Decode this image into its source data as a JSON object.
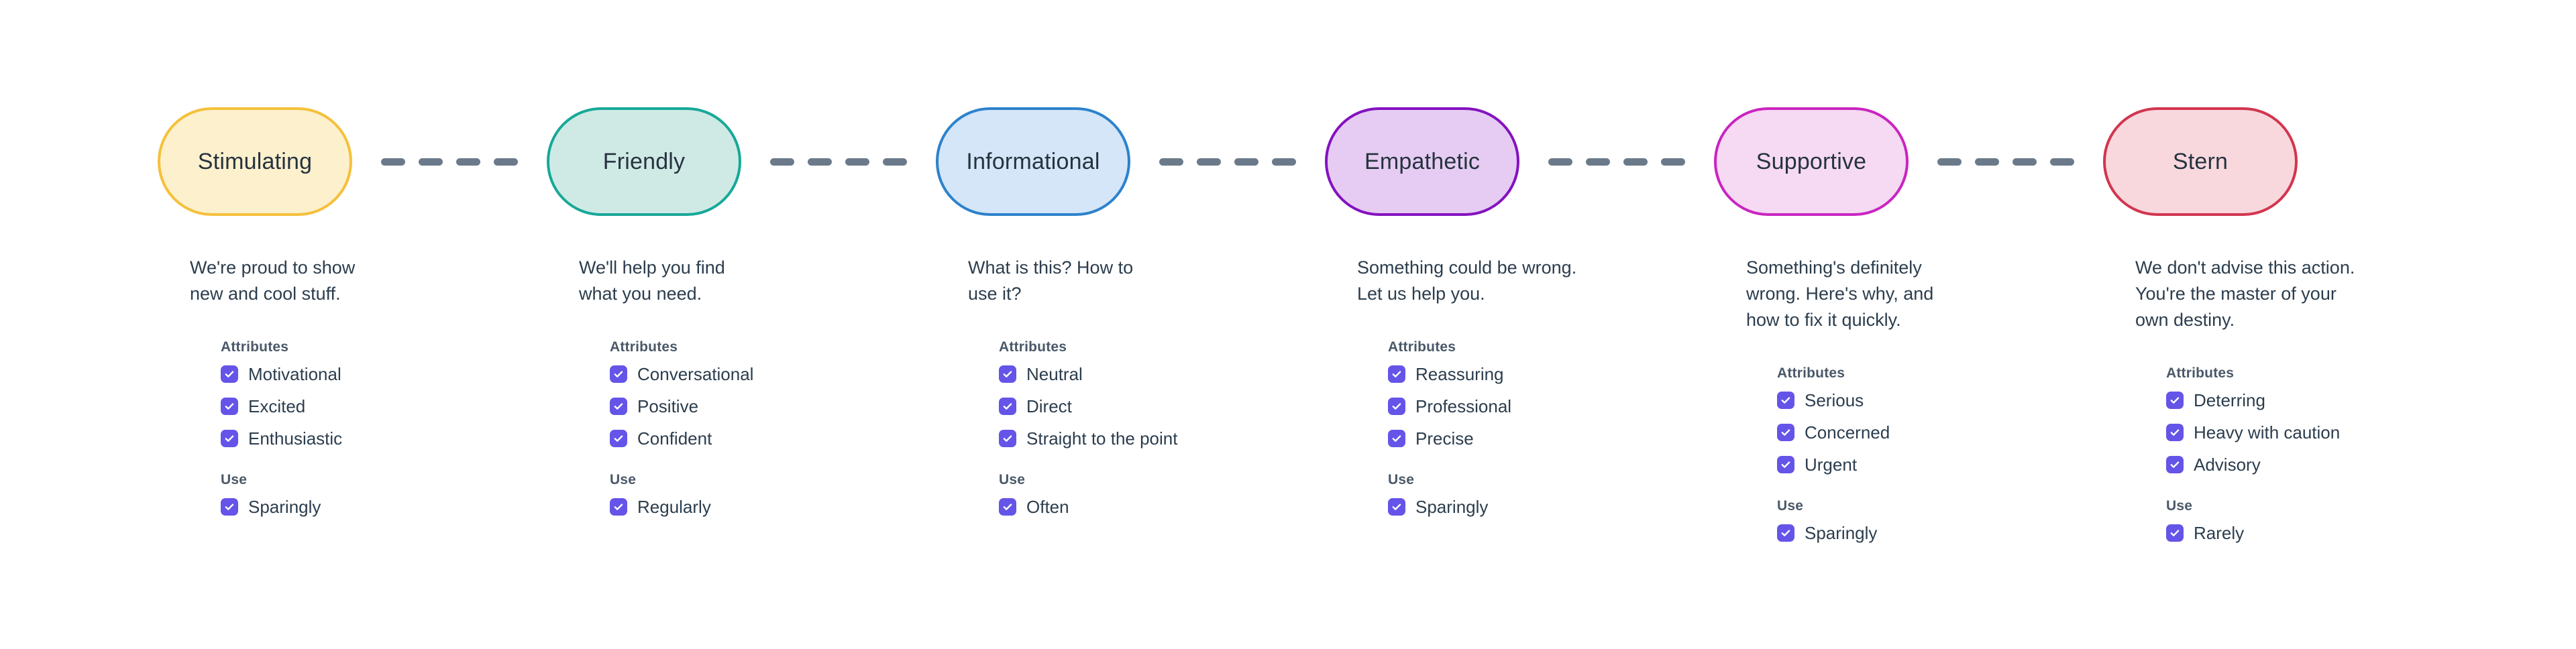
{
  "diagram": {
    "attributes_heading": "Attributes",
    "use_heading": "Use",
    "connector_dash_count": 4,
    "connector_color": "#6b7a8a",
    "checkbox_color": "#6554e8",
    "text_color": "#2c3d4d",
    "stages": [
      {
        "name": "Stimulating",
        "fill": "#fcf0cd",
        "stroke": "#f5c03a",
        "description": "We're proud to show\nnew and cool stuff.",
        "attributes": [
          "Motivational",
          "Excited",
          "Enthusiastic"
        ],
        "use": [
          "Sparingly"
        ]
      },
      {
        "name": "Friendly",
        "fill": "#cfeae5",
        "stroke": "#17a898",
        "description": "We'll help you find\nwhat you need.",
        "attributes": [
          "Conversational",
          "Positive",
          "Confident"
        ],
        "use": [
          "Regularly"
        ]
      },
      {
        "name": "Informational",
        "fill": "#d4e6f7",
        "stroke": "#2d82cc",
        "description": "What is this? How to\nuse it?",
        "attributes": [
          "Neutral",
          "Direct",
          "Straight to the point"
        ],
        "use": [
          "Often"
        ]
      },
      {
        "name": "Empathetic",
        "fill": "#e6ccf2",
        "stroke": "#8412c0",
        "description": "Something could be wrong.\nLet us help you.",
        "attributes": [
          "Reassuring",
          "Professional",
          "Precise"
        ],
        "use": [
          "Sparingly"
        ]
      },
      {
        "name": "Supportive",
        "fill": "#f6d9f3",
        "stroke": "#c925c0",
        "description": "Something's definitely\nwrong. Here's why, and\nhow to fix it quickly.",
        "attributes": [
          "Serious",
          "Concerned",
          "Urgent"
        ],
        "use": [
          "Sparingly"
        ]
      },
      {
        "name": "Stern",
        "fill": "#f8d8dd",
        "stroke": "#d2354f",
        "description": "We don't advise this action.\nYou're the master of your\nown destiny.",
        "attributes": [
          "Deterring",
          "Heavy with caution",
          "Advisory"
        ],
        "use": [
          "Rarely"
        ]
      }
    ]
  }
}
